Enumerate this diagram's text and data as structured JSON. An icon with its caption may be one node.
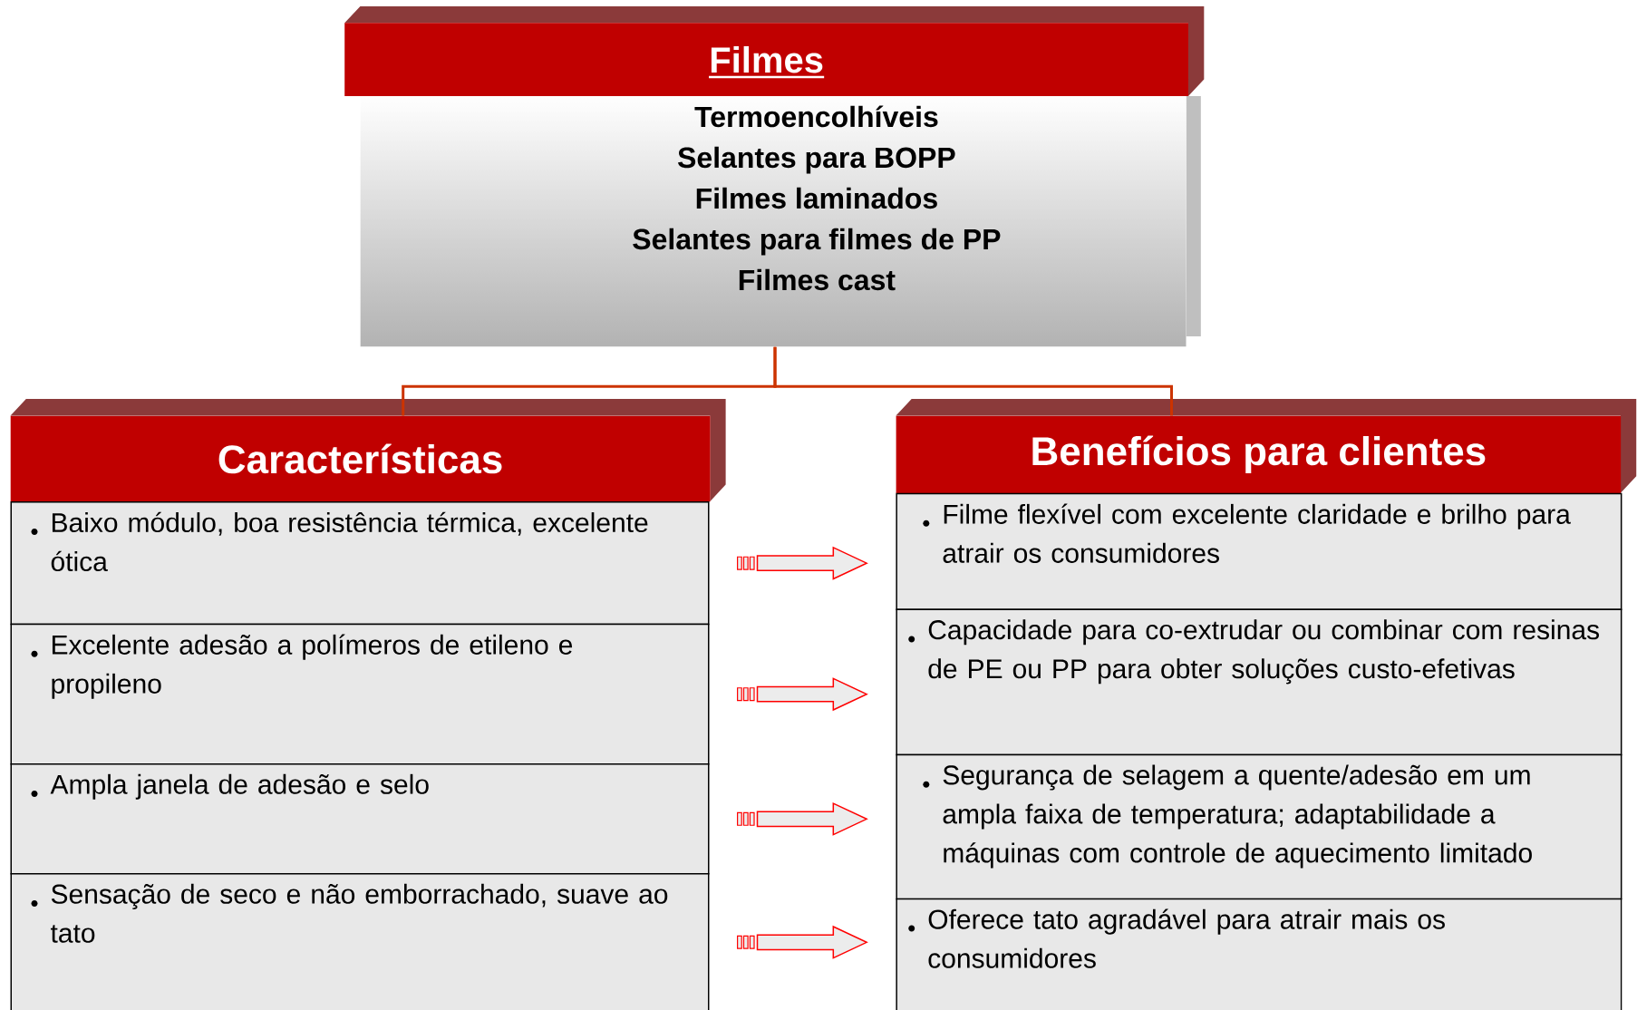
{
  "diagram": {
    "nodes": [
      {
        "text": [
          "Filmes",
          "Termoencolhíveis",
          "Selantes para BOPP",
          "Filmes laminados",
          "Selantes para filmes de PP",
          "Filmes cast"
        ]
      },
      {
        "text": [
          "Características"
        ]
      },
      {
        "text": [
          "Benefícios para clientes"
        ]
      },
      {
        "text": [
          "Baixo módulo, boa resistência térmica, excelente ótica"
        ]
      },
      {
        "text": [
          "Excelente adesão a polímeros de etileno e propileno"
        ]
      },
      {
        "text": [
          "Ampla janela de adesão e selo"
        ]
      },
      {
        "text": [
          "Sensação de seco e não emborrachado, suave ao tato"
        ]
      },
      {
        "text": [
          "Filme flexível com excelente claridade e brilho para atrair os consumidores"
        ]
      },
      {
        "text": [
          "Capacidade para co-extrudar ou combinar com resinas de PE ou PP para obter soluções custo-efetivas"
        ]
      },
      {
        "text": [
          "Segurança de selagem a quente/adesão em um ampla faixa de temperatura; adaptabilidade a máquinas com controle de aquecimento limitado"
        ]
      },
      {
        "text": [
          "Oferece tato agradável para atrair mais os consumidores"
        ]
      }
    ],
    "edges": [
      {
        "from": 0,
        "to": 1,
        "arrow": "none",
        "color": "#cc3300"
      },
      {
        "from": 0,
        "to": 2,
        "arrow": "none",
        "color": "#cc3300"
      },
      {
        "from": 3,
        "to": 7,
        "arrow": "to"
      },
      {
        "from": 4,
        "to": 8,
        "arrow": "to"
      },
      {
        "from": 5,
        "to": 9,
        "arrow": "to"
      },
      {
        "from": 6,
        "to": 10,
        "arrow": "to"
      }
    ]
  }
}
